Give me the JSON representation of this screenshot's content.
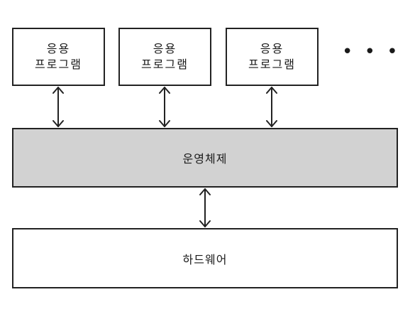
{
  "apps": [
    {
      "label": "응용\n프로그램"
    },
    {
      "label": "응용\n프로그램"
    },
    {
      "label": "응용\n프로그램"
    }
  ],
  "ellipsis": "• • •",
  "os": {
    "label": "운영체제",
    "fill": "#d2d2d2"
  },
  "hardware": {
    "label": "하드웨어",
    "fill": "#ffffff"
  }
}
